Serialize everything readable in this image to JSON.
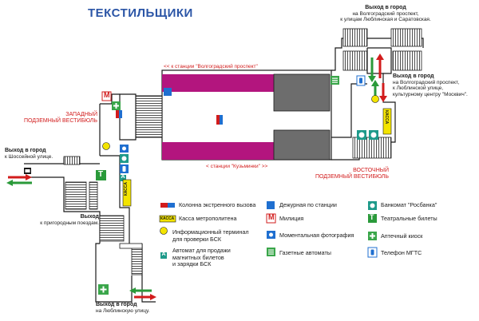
{
  "title": "ТЕКСТИЛЬЩИКИ",
  "directions": {
    "to_volgogradsky": "<< к станции \"Волгоградский проспект\"",
    "to_kuzminki": "< станции \"Кузьминки\" >>"
  },
  "vestibules": {
    "west": [
      "ЗАПАДНЫЙ",
      "ПОДЗЕМНЫЙ ВЕСТИБЮЛЬ"
    ],
    "east": [
      "ВОСТОЧНЫЙ",
      "ПОДЗЕМНЫЙ ВЕСТИБЮЛЬ"
    ]
  },
  "exits": {
    "top_right": {
      "bold": "Выход в город",
      "lines": [
        "на Волгоградский проспект,",
        "к улицам Люблинская и Саратовская."
      ]
    },
    "right": {
      "bold": "Выход в город",
      "lines": [
        "на Волгоградский проспект,",
        "к Люблинской улице,",
        "культурному центру \"Москвич\"."
      ]
    },
    "left": {
      "bold": "Выход в город",
      "lines": [
        "к Шоссейной улице."
      ]
    },
    "middle_left": {
      "bold": "Выход",
      "lines": [
        "к пригородным поездам."
      ]
    },
    "bottom": {
      "bold": "Выход в город",
      "lines": [
        "на Люблинскую улицу."
      ]
    }
  },
  "map_labels": {
    "kassa": "КАССА",
    "metro_letter": "М",
    "theatre_letter": "Т",
    "automat_letter": "А"
  },
  "legend": [
    {
      "icon": "emergency-call-icon",
      "label": "Колонна экстренного вызова"
    },
    {
      "icon": "duty-officer-icon",
      "label": "Дежурная по станции"
    },
    {
      "icon": "rosbank-atm-icon",
      "label": "Банкомат \"Росбанка\""
    },
    {
      "icon": "ticket-office-icon",
      "label": "Касса метрополитена"
    },
    {
      "icon": "police-icon",
      "label": "Милиция"
    },
    {
      "icon": "theatre-tickets-icon",
      "label": "Театральные билеты"
    },
    {
      "icon": "info-terminal-icon",
      "label": "Информационный терминал\nдля проверки БСК"
    },
    {
      "icon": "photo-booth-icon",
      "label": "Моментальная фотография"
    },
    {
      "icon": "pharmacy-icon",
      "label": "Аптечный киоск"
    },
    {
      "icon": "ticket-machine-icon",
      "label": "Автомат для продажи\nмагнитных билетов\nи зарядки БСК"
    },
    {
      "icon": "newspaper-machine-icon",
      "label": "Газетные автоматы"
    },
    {
      "icon": "phone-icon",
      "label": "Телефон МГТС"
    }
  ],
  "colors": {
    "platform": "#b3157e",
    "tracks": "#6d6d6d",
    "outline": "#1a1a1a",
    "title": "#2b55a6",
    "vestibule": "#d21c1c",
    "arrow_green": "#2a9a3a",
    "arrow_red": "#d21c1c",
    "kassa": "#f3e400",
    "pharmacy": "#3aa64a",
    "blue": "#1f6fd0",
    "teal": "#1e9a8a"
  }
}
